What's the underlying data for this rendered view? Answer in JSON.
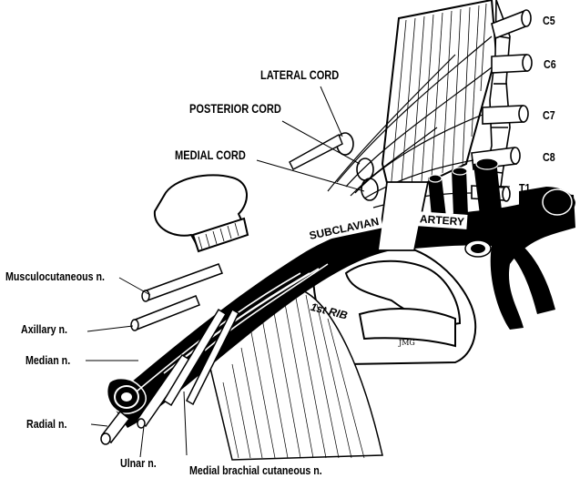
{
  "labels": {
    "c5": "C5",
    "c6": "C6",
    "c7": "C7",
    "c8": "C8",
    "t1": "T1",
    "lateral_cord": "LATERAL CORD",
    "posterior_cord": "POSTERIOR CORD",
    "medial_cord": "MEDIAL CORD",
    "subclavian": "SUBCLAVIAN",
    "artery": "ARTERY",
    "first_rib": "1st RIB",
    "musculocutaneous": "Musculocutaneous n.",
    "axillary": "Axillary n.",
    "median": "Median n.",
    "radial": "Radial n.",
    "ulnar": "Ulnar n.",
    "medial_brachial_cutaneous": "Medial brachial cutaneous n.",
    "signature": "JMG"
  }
}
